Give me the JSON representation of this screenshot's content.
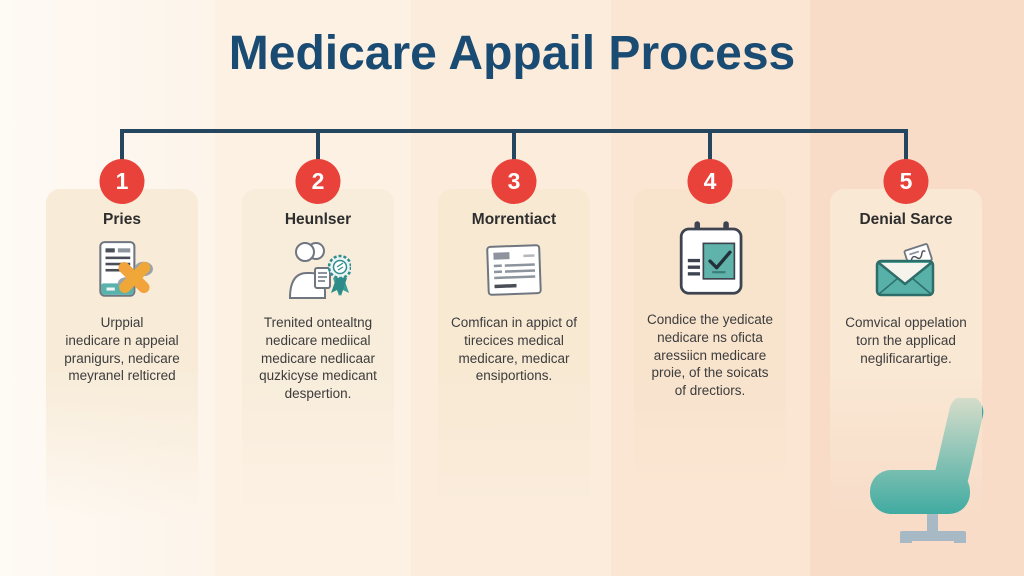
{
  "title": "Medicare Appail Process",
  "colors": {
    "title_navy": "#1a4b72",
    "connector_navy": "#24465e",
    "badge_red": "#e8423a",
    "teal_accent": "#3aa99f",
    "orange_accent": "#f2a33c"
  },
  "steps": [
    {
      "number": "1",
      "title": "Pries",
      "body": "Urppial\ninedicare n appeial\npranigurs, nedicare\nmeyranel relticred",
      "icon": "document-bandage-icon"
    },
    {
      "number": "2",
      "title": "Heunlser",
      "body": "Trenited ontealtng\nnedicare mediical\nmedicare nedlicaar\nquzkicyse medicant\ndespertion.",
      "icon": "person-award-icon"
    },
    {
      "number": "3",
      "title": "Morrentiact",
      "body": "Comfican in appict of\ntirecices medical\nmedicare, medicar\nensiportions.",
      "icon": "document-lines-icon"
    },
    {
      "number": "4",
      "title": "",
      "body": "Condice the yedicate\nnedicare ns oficta\naressiicn medicare\nproie, of the soicats\nof drectiors.",
      "icon": "calendar-check-icon"
    },
    {
      "number": "5",
      "title": "Denial Sarce",
      "body": "Comvical oppelation\ntorn the applicad\nneglificarartige.",
      "icon": "envelope-letter-icon"
    }
  ],
  "decor": {
    "chair_icon": "office-chair-icon"
  }
}
